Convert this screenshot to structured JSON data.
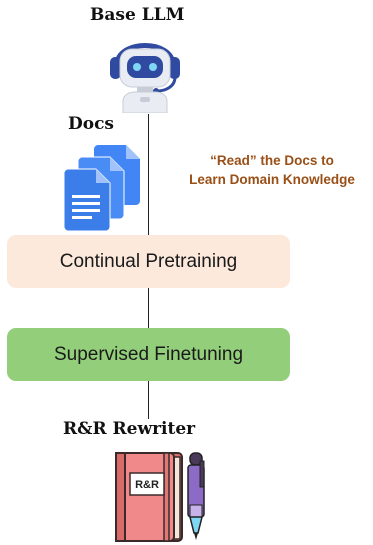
{
  "diagram": {
    "base_llm_label": "Base LLM",
    "docs_label": "Docs",
    "annotation_line1": "“Read” the Docs to",
    "annotation_line2": "Learn Domain Knowledge",
    "stage1_label": "Continual Pretraining",
    "stage2_label": "Supervised Finetuning",
    "output_label": "R&R Rewriter",
    "notebook_cover_text": "R&R"
  },
  "icons": {
    "robot": "robot-headset-icon",
    "documents": "google-docs-stack-icon",
    "notebook": "notebook-with-pen-icon"
  },
  "colors": {
    "pretrain_box": "#fce9dc",
    "finetune_box": "#93cf7a",
    "annotation_text": "#9a4f16",
    "docs_blue": "#4285f4",
    "robot_accent": "#2f4aa0",
    "notebook_pink": "#f08a8a",
    "pen_purple": "#8b6bc6"
  }
}
